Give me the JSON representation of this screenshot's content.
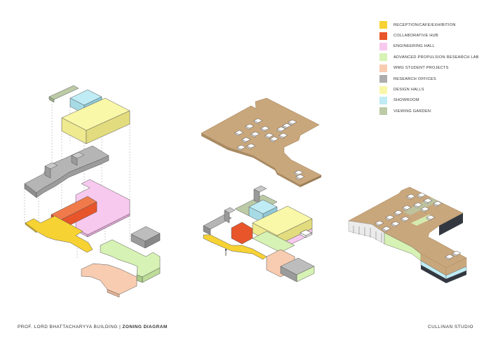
{
  "legend": [
    {
      "label": "RECEPTION/CAFE/EXHIBITION",
      "color": "#f7d233"
    },
    {
      "label": "COLLABORATIVE HUB",
      "color": "#e8552a"
    },
    {
      "label": "ENGINEERING HALL",
      "color": "#f7c9ee"
    },
    {
      "label": "ADVANCED PROPULSION RESEARCH LAB",
      "color": "#d6f2b4"
    },
    {
      "label": "WMG STUDENT PROJECTS",
      "color": "#f8ccb0"
    },
    {
      "label": "RESEARCH OFFICES",
      "color": "#adadad"
    },
    {
      "label": "DESIGN HALLS",
      "color": "#f9f7a8"
    },
    {
      "label": "SHOWROOM",
      "color": "#bfecf5"
    },
    {
      "label": "VIEWING GARDEN",
      "color": "#bccaa6"
    }
  ],
  "footer": {
    "building": "PROF. LORD BHATTACHARYYA BUILDING",
    "separator": " | ",
    "diagram": "ZONING DIAGRAM",
    "studio": "CULLINAN STUDIO"
  },
  "colors": {
    "roof": "#c9a77c",
    "roof_edge": "#a88a62",
    "outline": "#555555",
    "dark_band": "#333840"
  }
}
